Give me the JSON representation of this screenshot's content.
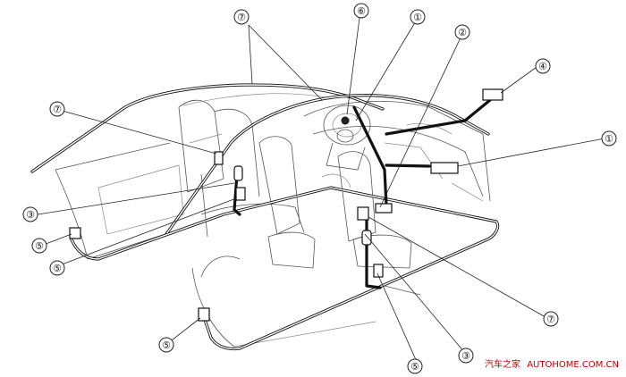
{
  "diagram": {
    "callouts": [
      {
        "label": "⑦"
      },
      {
        "label": "⑥"
      },
      {
        "label": "①"
      },
      {
        "label": "②"
      },
      {
        "label": "④"
      },
      {
        "label": "⑦"
      },
      {
        "label": "①"
      },
      {
        "label": "③"
      },
      {
        "label": "⑤"
      },
      {
        "label": "⑤"
      },
      {
        "label": "⑦"
      },
      {
        "label": "⑤"
      },
      {
        "label": "③"
      },
      {
        "label": "⑤"
      }
    ]
  },
  "watermark": {
    "site_cn": "汽车之家",
    "site_en": "AUTOHOME.COM.CN",
    "color": "#c00000"
  }
}
